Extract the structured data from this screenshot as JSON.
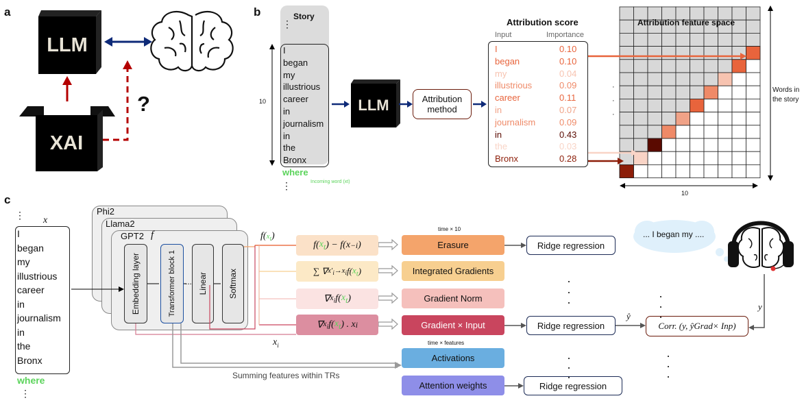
{
  "panel_a": {
    "letter": "a",
    "llm_label": "LLM",
    "xai_label": "XAI",
    "question_mark": "?"
  },
  "panel_b": {
    "letter": "b",
    "story_title": "Story",
    "story_ellipsis": "⋮",
    "story_words": [
      "I",
      "began",
      "my",
      "illustrious",
      "career",
      "in",
      "journalism",
      "in",
      "the",
      "Bronx"
    ],
    "incoming_word": "where",
    "incoming_caption": "Incoming word (xt)",
    "length_label": "10",
    "llm_label": "LLM",
    "method_label_1": "Attribution",
    "method_label_2": "method",
    "score_title": "Attribution score",
    "input_header": "Input",
    "importance_header": "Importance",
    "rows": [
      {
        "word": "I",
        "score": "0.10",
        "color": "#e8643c"
      },
      {
        "word": "began",
        "score": "0.10",
        "color": "#e8643c"
      },
      {
        "word": "my",
        "score": "0.04",
        "color": "#f7c3b0"
      },
      {
        "word": "illustrious",
        "score": "0.09",
        "color": "#ef8a68"
      },
      {
        "word": "career",
        "score": "0.11",
        "color": "#e8643c"
      },
      {
        "word": "in",
        "score": "0.07",
        "color": "#f0a287"
      },
      {
        "word": "journalism",
        "score": "0.09",
        "color": "#ef8a68"
      },
      {
        "word": "in",
        "score": "0.43",
        "color": "#5a0a00"
      },
      {
        "word": "the",
        "score": "0.03",
        "color": "#f9d4c6"
      },
      {
        "word": "Bronx",
        "score": "0.28",
        "color": "#8c1d08"
      }
    ],
    "feature_space_title": "Attribution feature space",
    "words_axis_1": "Words in",
    "words_axis_2": "the story",
    "grid_width_label": "10"
  },
  "panel_c": {
    "letter": "c",
    "x_label": "x",
    "story_words": [
      "I",
      "began",
      "my",
      "illustrious",
      "career",
      "in",
      "journalism",
      "in",
      "the",
      "Bronx"
    ],
    "incoming_word": "where",
    "model_phi": "Phi2",
    "model_llama": "Llama2",
    "model_gpt": "GPT2",
    "f_label": "f",
    "layer_embedding": "Embedding layer",
    "layer_transformer": "Transformer block 1",
    "layer_dots": "...",
    "layer_linear": "Linear",
    "layer_softmax": "Softmax",
    "f_xt_label": "f(xt)",
    "xi_label": "xi",
    "time_x10": "time × 10",
    "time_features": "time × features",
    "methods": [
      {
        "name": "Erasure",
        "color": "#f4a46b"
      },
      {
        "name": "Integrated Gradients",
        "color": "#f7cf90"
      },
      {
        "name": "Gradient Norm",
        "color": "#f5c0bc"
      },
      {
        "name": "Gradient × Input",
        "color": "#c9455e"
      },
      {
        "name": "Activations",
        "color": "#6aaee0"
      },
      {
        "name": "Attention weights",
        "color": "#8e8ee8"
      }
    ],
    "ridge_label": "Ridge regression",
    "summing_label": "Summing features within TRs",
    "thought_bubble": "... I began my ....",
    "y_label": "y",
    "yhat_label": "ŷ",
    "corr_label": "Corr. (y, ŷGrad× Inp)"
  }
}
